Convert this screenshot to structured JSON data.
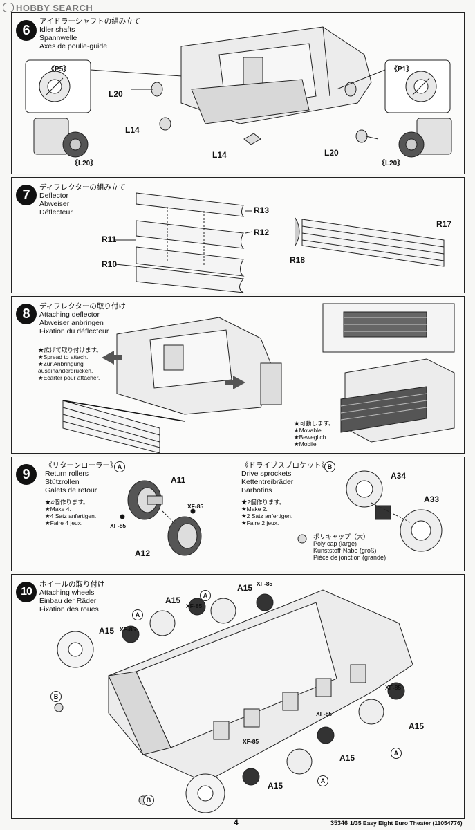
{
  "watermark": "HOBBY SEARCH",
  "steps": [
    {
      "number": "6",
      "title": [
        "アイドラーシャフトの組み立て",
        "Idler shafts",
        "Spannwelle",
        "Axes de poulie-guide"
      ],
      "labels": {
        "p5": "《P5》",
        "p1": "《P1》",
        "l20a": "L20",
        "l20b": "L20",
        "l14a": "L14",
        "l14b": "L14",
        "l20c": "《L20》",
        "l20d": "《L20》"
      }
    },
    {
      "number": "7",
      "title": [
        "ディフレクターの組み立て",
        "Deflector",
        "Abweiser",
        "Déflecteur"
      ],
      "labels": {
        "r13": "R13",
        "r12": "R12",
        "r11": "R11",
        "r10": "R10",
        "r18": "R18",
        "r17": "R17"
      }
    },
    {
      "number": "8",
      "title": [
        "ディフレクターの取り付け",
        "Attaching deflector",
        "Abweiser anbringen",
        "Fixation du déflecteur"
      ],
      "note1": [
        "★広げて取り付けます。",
        "★Spread to attach.",
        "★Zur Anbringung",
        "auseinanderdrücken.",
        "★Ecarter pour attacher."
      ],
      "note2": [
        "★可動します。",
        "★Movable",
        "★Beweglich",
        "★Mobile"
      ]
    },
    {
      "number": "9",
      "left_title": [
        "《リターンローラー》",
        "Return rollers",
        "Stützrollen",
        "Galets de retour"
      ],
      "left_badge": "A",
      "left_note": [
        "★4個作ります。",
        "★Make 4.",
        "★4 Satz anfertigen.",
        "★Faire 4 jeux."
      ],
      "right_title": [
        "《ドライブスプロケット》",
        "Drive sprockets",
        "Kettentreibräder",
        "Barbotins"
      ],
      "right_badge": "B",
      "right_note": [
        "★2個作ります。",
        "★Make 2.",
        "★2 Satz anfertigen.",
        "★Faire 2 jeux."
      ],
      "polycap": [
        "ポリキャップ（大）",
        "Poly cap (large)",
        "Kunststoff-Nabe (groß)",
        "Pièce de jonction (grande)"
      ],
      "labels": {
        "a11": "A11",
        "a12": "A12",
        "a34": "A34",
        "a33": "A33",
        "xf1": "XF-85",
        "xf2": "XF-85"
      }
    },
    {
      "number": "10",
      "title": [
        "ホイールの取り付け",
        "Attaching wheels",
        "Einbau der Räder",
        "Fixation des roues"
      ],
      "labels": {
        "a15": "A15",
        "xf": "XF-85",
        "a": "A",
        "b": "B"
      }
    }
  ],
  "footer": {
    "page": "4",
    "code": "35346",
    "product": "1/35 Easy Eight Euro Theater (11054776)"
  }
}
